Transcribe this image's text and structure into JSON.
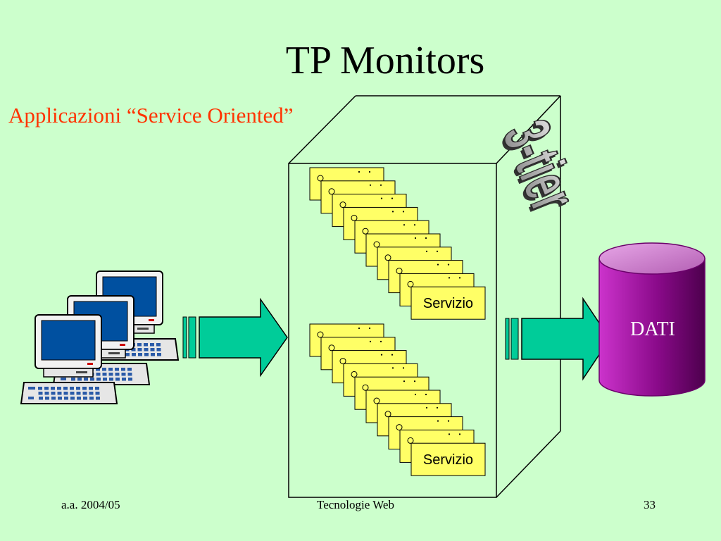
{
  "slide": {
    "title": "TP Monitors",
    "subtitle": "Applicazioni “Service Oriented”",
    "footer_left": "a.a. 2004/05",
    "footer_center": "Tecnologie Web",
    "footer_right": "33"
  },
  "diagram": {
    "tier_label": "3-tier",
    "service_label": "Servizio",
    "database_label": "DATI",
    "colors": {
      "background": "#ccffcc",
      "subtitle": "#ff3300",
      "service_card": "#ffff66",
      "arrow": "#00cc99",
      "database": "#990099",
      "monitor_screen": "#0050a0"
    }
  }
}
